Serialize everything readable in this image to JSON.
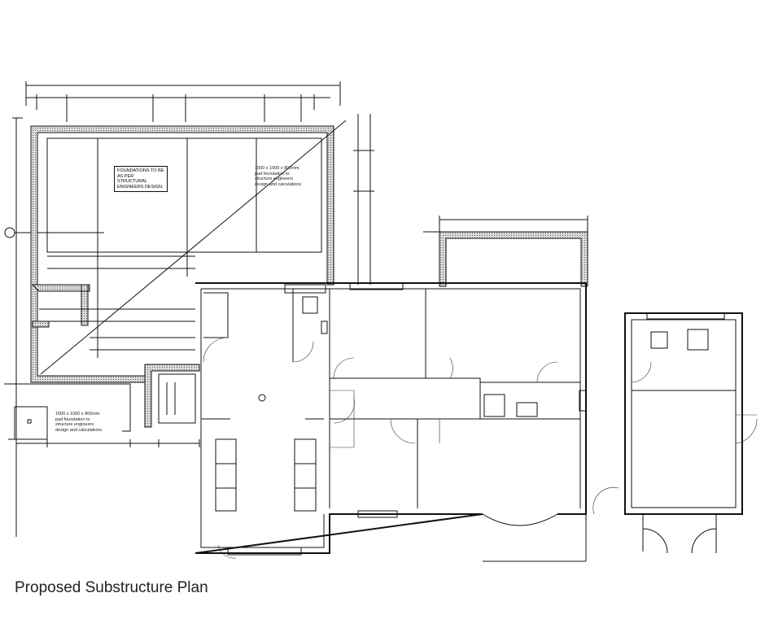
{
  "drawing": {
    "title": "Proposed Substructure Plan",
    "notes": {
      "foundations": "FOUNDATIONS TO BE AS PER STRUCTURAL ENGINEERS DESIGN.",
      "pad_foundation_top": "1000 x 1000 x 800mm pad foundation to structure engineers design and calculations",
      "pad_foundation_bottom": "1000 x 1000 x 800mm pad foundation to structure engineers design and calculations"
    }
  }
}
